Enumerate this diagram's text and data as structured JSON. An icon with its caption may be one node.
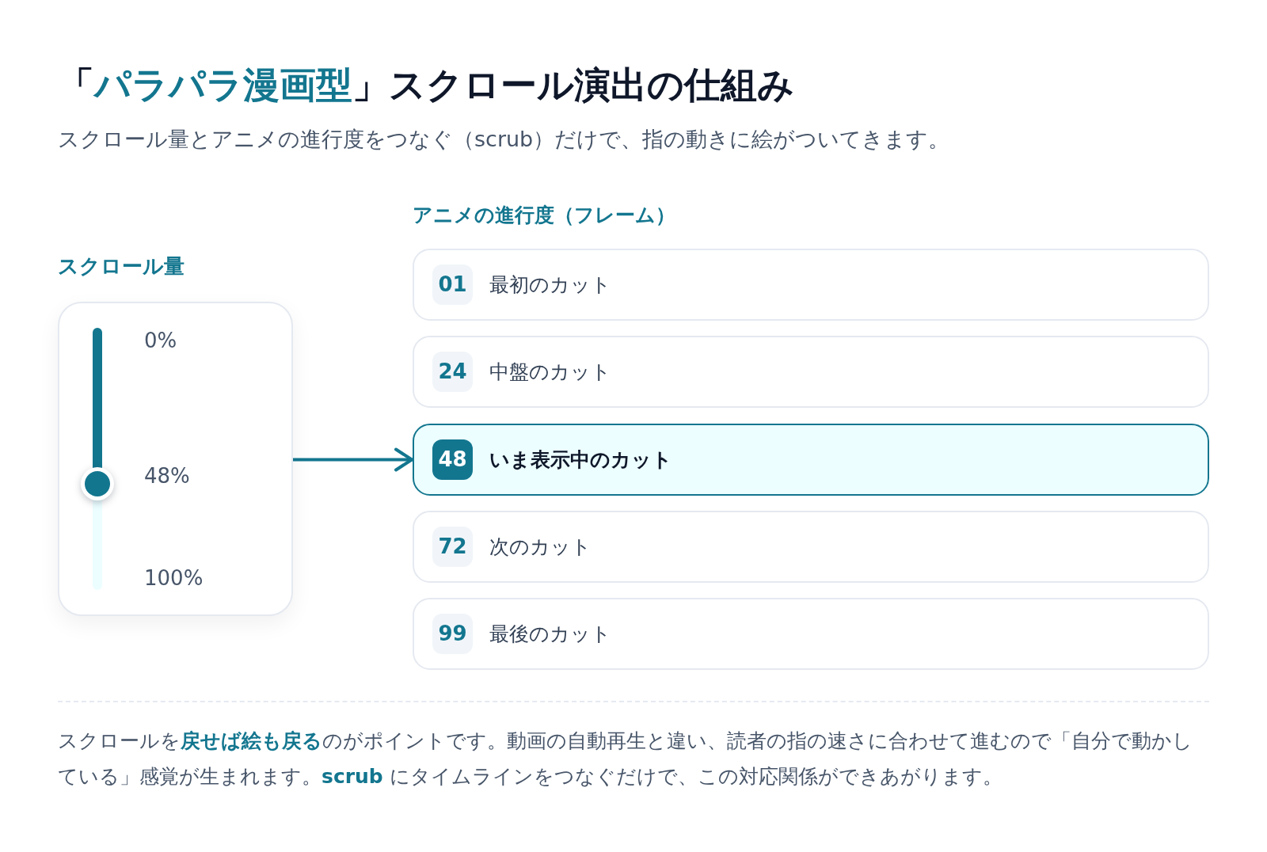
{
  "diagram": {
    "title": "「**パラパラ漫画型**」スクロール演出の仕組み",
    "nodes": [
      {
        "text": [
          "スクロール量",
          "0%",
          "48%",
          "100%"
        ]
      },
      {
        "text": [
          "最初のカット"
        ]
      },
      {
        "text": [
          "01"
        ],
        "in": 1
      },
      {
        "text": [
          "中盤のカット"
        ]
      },
      {
        "text": [
          "24"
        ],
        "in": 3
      },
      {
        "text": [
          "いま表示中のカット"
        ]
      },
      {
        "text": [
          "48"
        ],
        "in": 5
      },
      {
        "text": [
          "次のカット"
        ]
      },
      {
        "text": [
          "72"
        ],
        "in": 7
      },
      {
        "text": [
          "最後のカット"
        ]
      },
      {
        "text": [
          "99"
        ],
        "in": 9
      }
    ],
    "edges": [
      {
        "from": 0,
        "to": 5,
        "arrow": "to"
      }
    ],
    "labels": [
      "スクロール量とアニメの進行度をつなぐ（scrub）だけで、指の動きに絵がついてきます。",
      "アニメの進行度（フレーム）",
      "スクロールを**戻せば絵も戻る**のがポイントです。動画の自動再生と違い、読者の指の速さに合わせて進むので「自分で動かしている」感覚が生まれます。**scrub** にタイムラインをつなぐだけで、この対応関係ができあがります。"
    ]
  }
}
